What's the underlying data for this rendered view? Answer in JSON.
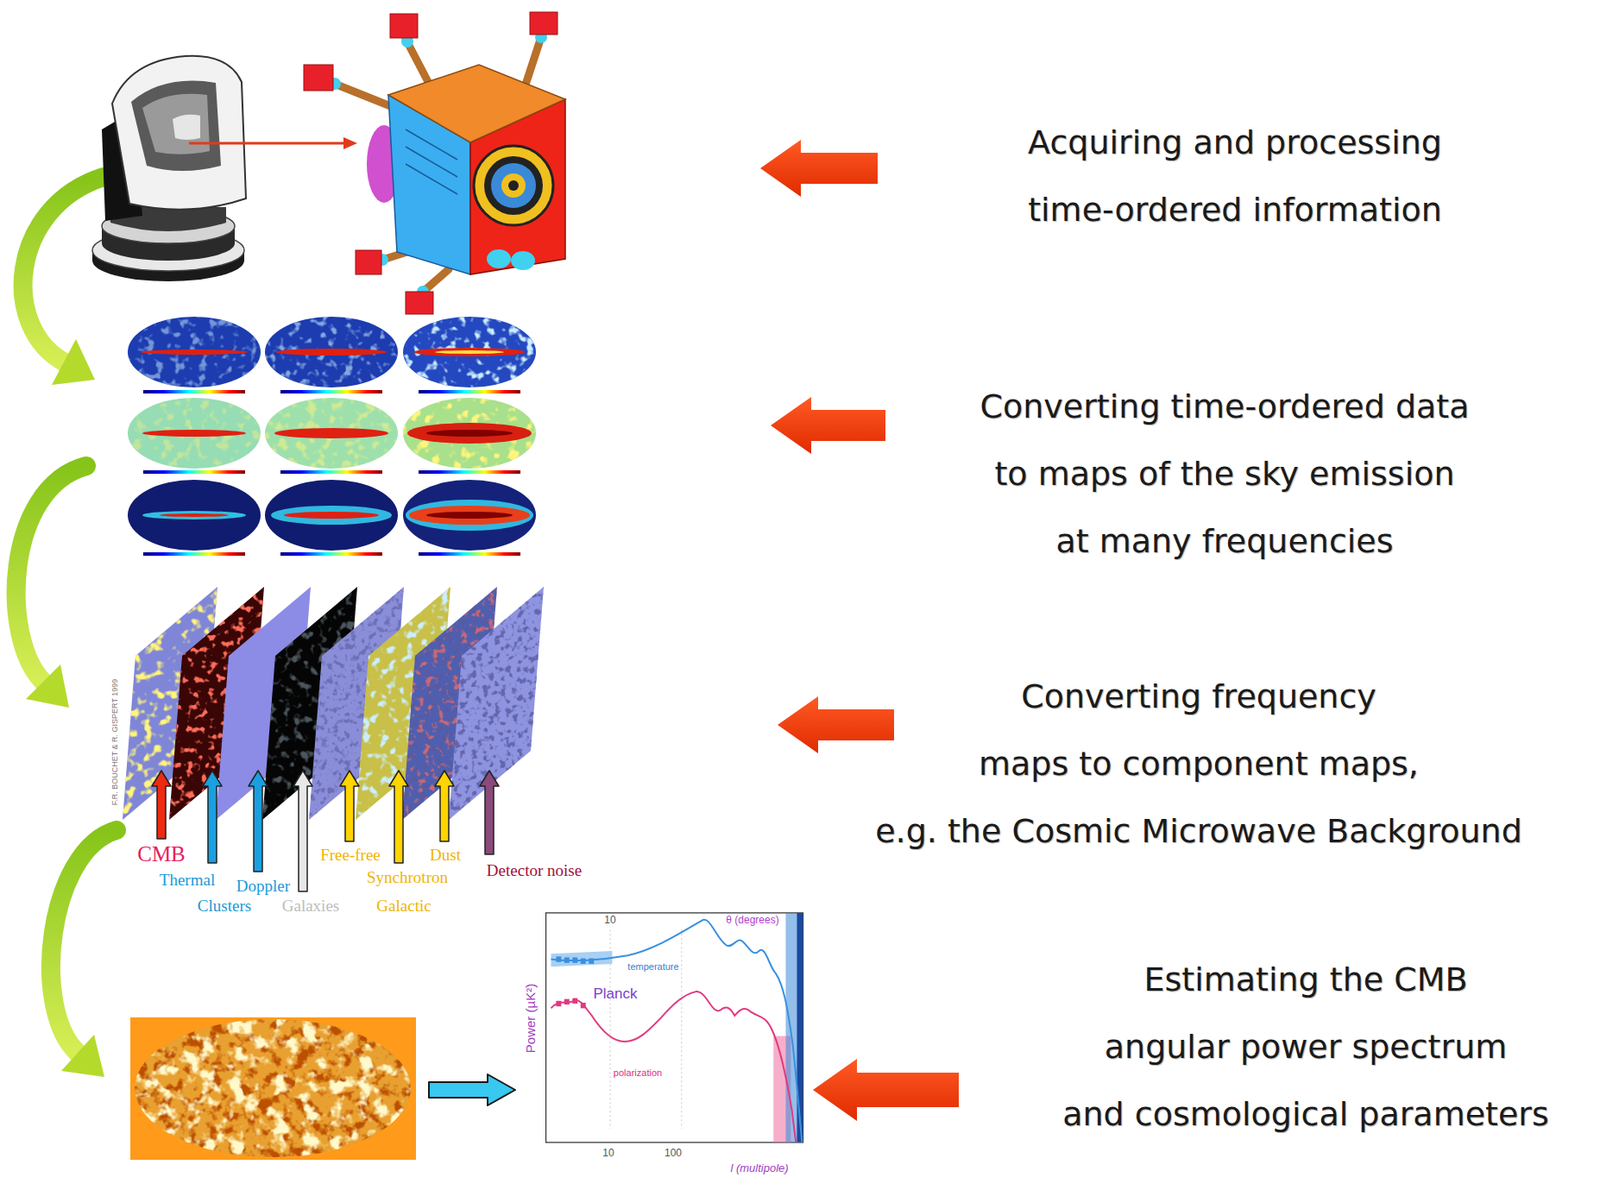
{
  "diagram": {
    "labels": [
      "Acquiring and processing time-ordered information",
      "Converting time-ordered data to maps of the sky emission at many frequencies",
      "Converting frequency maps to component maps, e.g. the Cosmic Microwave Background",
      "F.R. BOUCHET & R. GISPERT 1999",
      "CMB",
      "Thermal",
      "Doppler",
      "Clusters",
      "Galaxies",
      "Free-free",
      "Synchrotron",
      "Dust",
      "Galactic",
      "Detector noise",
      "Estimating the CMB angular power spectrum and cosmological parameters",
      "θ (degrees)",
      "10",
      "Power (µK²)",
      "temperature",
      "Planck",
      "polarization",
      "10",
      "100",
      "l (multipole)"
    ]
  }
}
